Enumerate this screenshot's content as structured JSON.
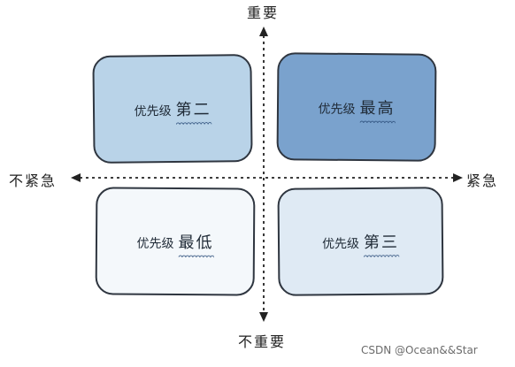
{
  "axes": {
    "top": "重要",
    "bottom": "不重要",
    "left": "不紧急",
    "right": "紧急"
  },
  "quadrants": {
    "top_left": {
      "prefix": "优先级",
      "rank": "第二"
    },
    "top_right": {
      "prefix": "优先级",
      "rank": "最高"
    },
    "bottom_left": {
      "prefix": "优先级",
      "rank": "最低"
    },
    "bottom_right": {
      "prefix": "优先级",
      "rank": "第三"
    }
  },
  "colors": {
    "top_left": "#b9d3e8",
    "top_right": "#7aa2cd",
    "bottom_left": "#f4f8fb",
    "bottom_right": "#dfeaf4"
  },
  "watermark": "CSDN @Ocean&&Star"
}
